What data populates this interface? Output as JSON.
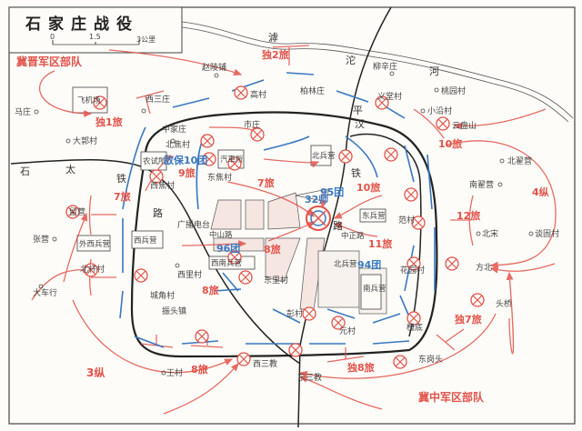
{
  "title": "石家庄战役",
  "scale": {
    "zero": "0",
    "mid": "1.5",
    "end": "3公里"
  },
  "geo": {
    "river": [
      "滹",
      "沱",
      "河"
    ],
    "rail_shitai": [
      "石",
      "太",
      "铁",
      "路"
    ],
    "rail_pinghan": [
      "平",
      "汉",
      "铁",
      "路"
    ]
  },
  "places": [
    "赵陵铺",
    "高村",
    "柏林庄",
    "柳辛庄",
    "义堂村",
    "桃园村",
    "小沿村",
    "云盘山",
    "西三庄",
    "马庄",
    "大郭村",
    "中家庄",
    "市庄",
    "北焦村",
    "西焦村",
    "东焦村",
    "留营",
    "张营",
    "北杆村",
    "大车行",
    "广播电台",
    "西里村",
    "东里村",
    "城角村",
    "振头镇",
    "王村",
    "西三教",
    "东三教",
    "东岗头",
    "槐底",
    "元村",
    "彭村",
    "范村",
    "方北",
    "头桥",
    "北翟营",
    "南翟营",
    "北宋",
    "谈固村",
    "花园村"
  ],
  "buildings": [
    "飞机场",
    "农试所",
    "汽車所",
    "北兵营",
    "东兵营",
    "外西兵营",
    "西兵营",
    "西南兵营",
    "北兵营",
    "南兵营"
  ],
  "roads": [
    "中山路",
    "中正路"
  ],
  "pla_units": [
    "冀晋军区部队",
    "独2旅",
    "独1旅",
    "7旅",
    "9旅",
    "7旅",
    "10旅",
    "10旅",
    "12旅",
    "4纵",
    "11旅",
    "8旅",
    "8旅",
    "8旅",
    "3纵",
    "独8旅",
    "独7旅",
    "冀中军区部队"
  ],
  "enemy_units": [
    "敌保10团",
    "95团",
    "32师",
    "96团",
    "94团"
  ],
  "colors": {
    "attack": "#e2524a",
    "enemy": "#3a78c0",
    "line": "#222222"
  }
}
